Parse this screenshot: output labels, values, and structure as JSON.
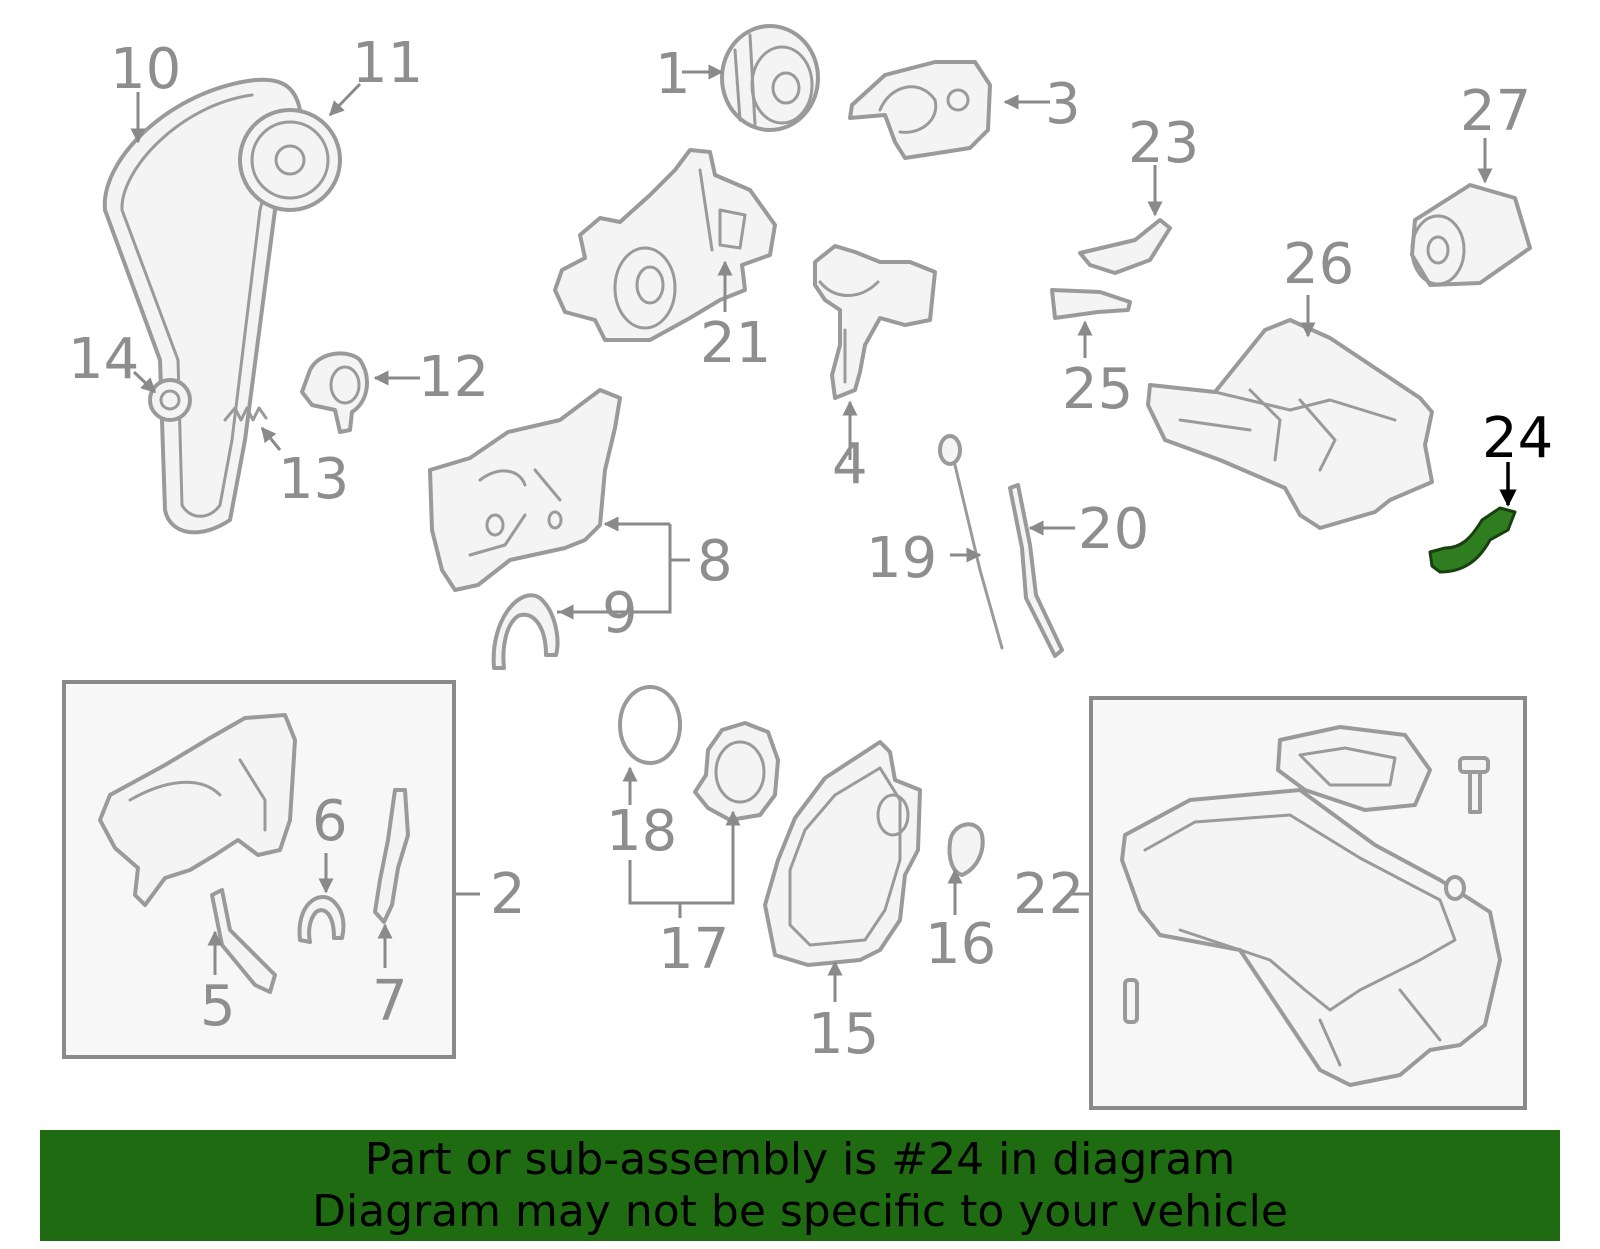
{
  "diagram": {
    "highlight_color": "#2e7d1f",
    "banner_color": "#1f6b12",
    "highlighted_part": "24",
    "callouts": {
      "c1": "1",
      "c2": "2",
      "c3": "3",
      "c4": "4",
      "c5": "5",
      "c6": "6",
      "c7": "7",
      "c8": "8",
      "c9": "9",
      "c10": "10",
      "c11": "11",
      "c12": "12",
      "c13": "13",
      "c14": "14",
      "c15": "15",
      "c16": "16",
      "c17": "17",
      "c18": "18",
      "c19": "19",
      "c20": "20",
      "c21": "21",
      "c22": "22",
      "c23": "23",
      "c24": "24",
      "c25": "25",
      "c26": "26",
      "c27": "27"
    }
  },
  "banner": {
    "line1": "Part or sub-assembly is #24 in diagram",
    "line2": "Diagram may not be specific to your vehicle"
  }
}
